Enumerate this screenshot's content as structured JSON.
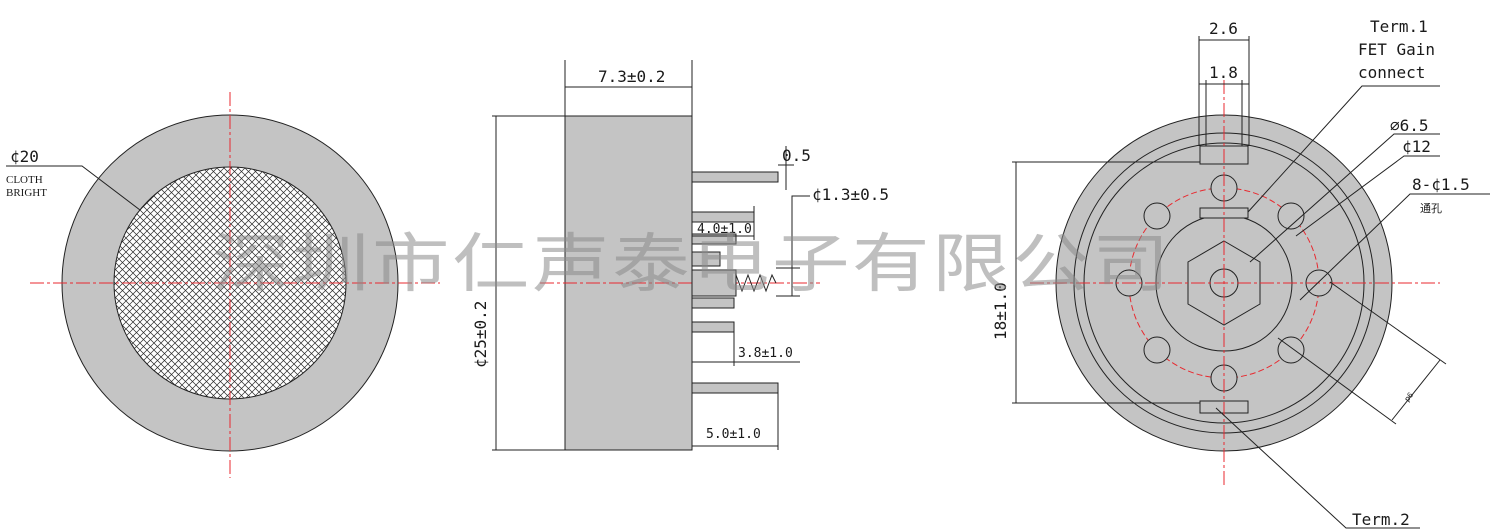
{
  "front_view": {
    "diameter_label": "¢20",
    "material_line1": "CLOTH",
    "material_line2": "BRIGHT"
  },
  "side_view": {
    "height_label": "7.3±0.2",
    "diameter_label": "¢25±0.2",
    "pin_thickness_label": "0.5",
    "spring_label": "¢1.3±0.5",
    "pin_length_a_label": "4.0±1.0",
    "pin_length_b_label": "3.8±1.0",
    "pin_length_c_label": "5.0±1.0"
  },
  "rear_view": {
    "tab_width_outer_label": "2.6",
    "tab_width_inner_label": "1.8",
    "term1_line1": "Term.1",
    "term1_line2": "FET Gain",
    "term1_line3": "connect",
    "center_dia_label": "∅6.5",
    "pcd_label": "¢12",
    "holes_label": "8-¢1.5",
    "holes_note": "通孔",
    "span_label": "18±1.0",
    "small_note": "p6",
    "term2_label": "Term.2"
  },
  "watermark": "深圳市仁声泰电子有限公司"
}
